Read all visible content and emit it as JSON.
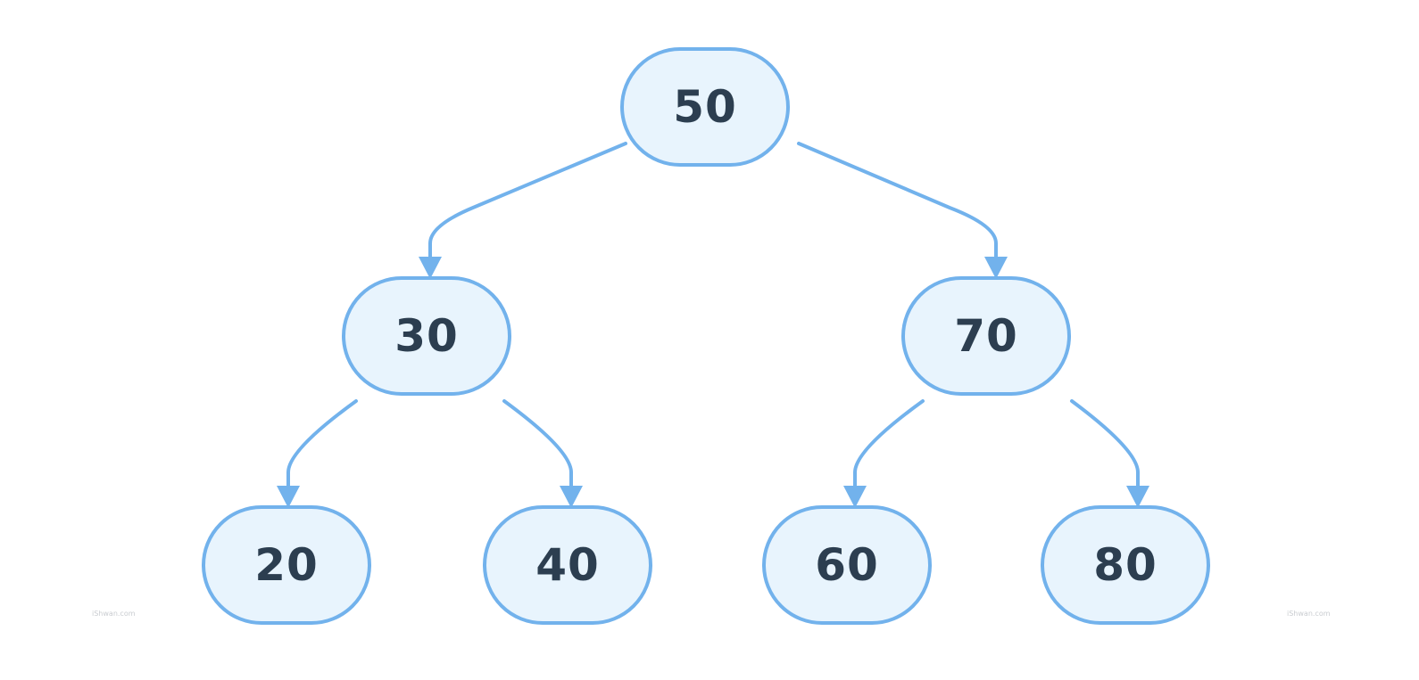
{
  "diagram": {
    "colors": {
      "node_fill": "#e8f4fd",
      "node_border": "#72b2ec",
      "edge": "#72b2ec",
      "label": "#2c3e50"
    },
    "nodes": {
      "n50": "50",
      "n30": "30",
      "n70": "70",
      "n20": "20",
      "n40": "40",
      "n60": "60",
      "n80": "80"
    },
    "edges": [
      {
        "from": "50",
        "to": "30"
      },
      {
        "from": "50",
        "to": "70"
      },
      {
        "from": "30",
        "to": "20"
      },
      {
        "from": "30",
        "to": "40"
      },
      {
        "from": "70",
        "to": "60"
      },
      {
        "from": "70",
        "to": "80"
      }
    ],
    "watermark": "iShwan.com"
  }
}
